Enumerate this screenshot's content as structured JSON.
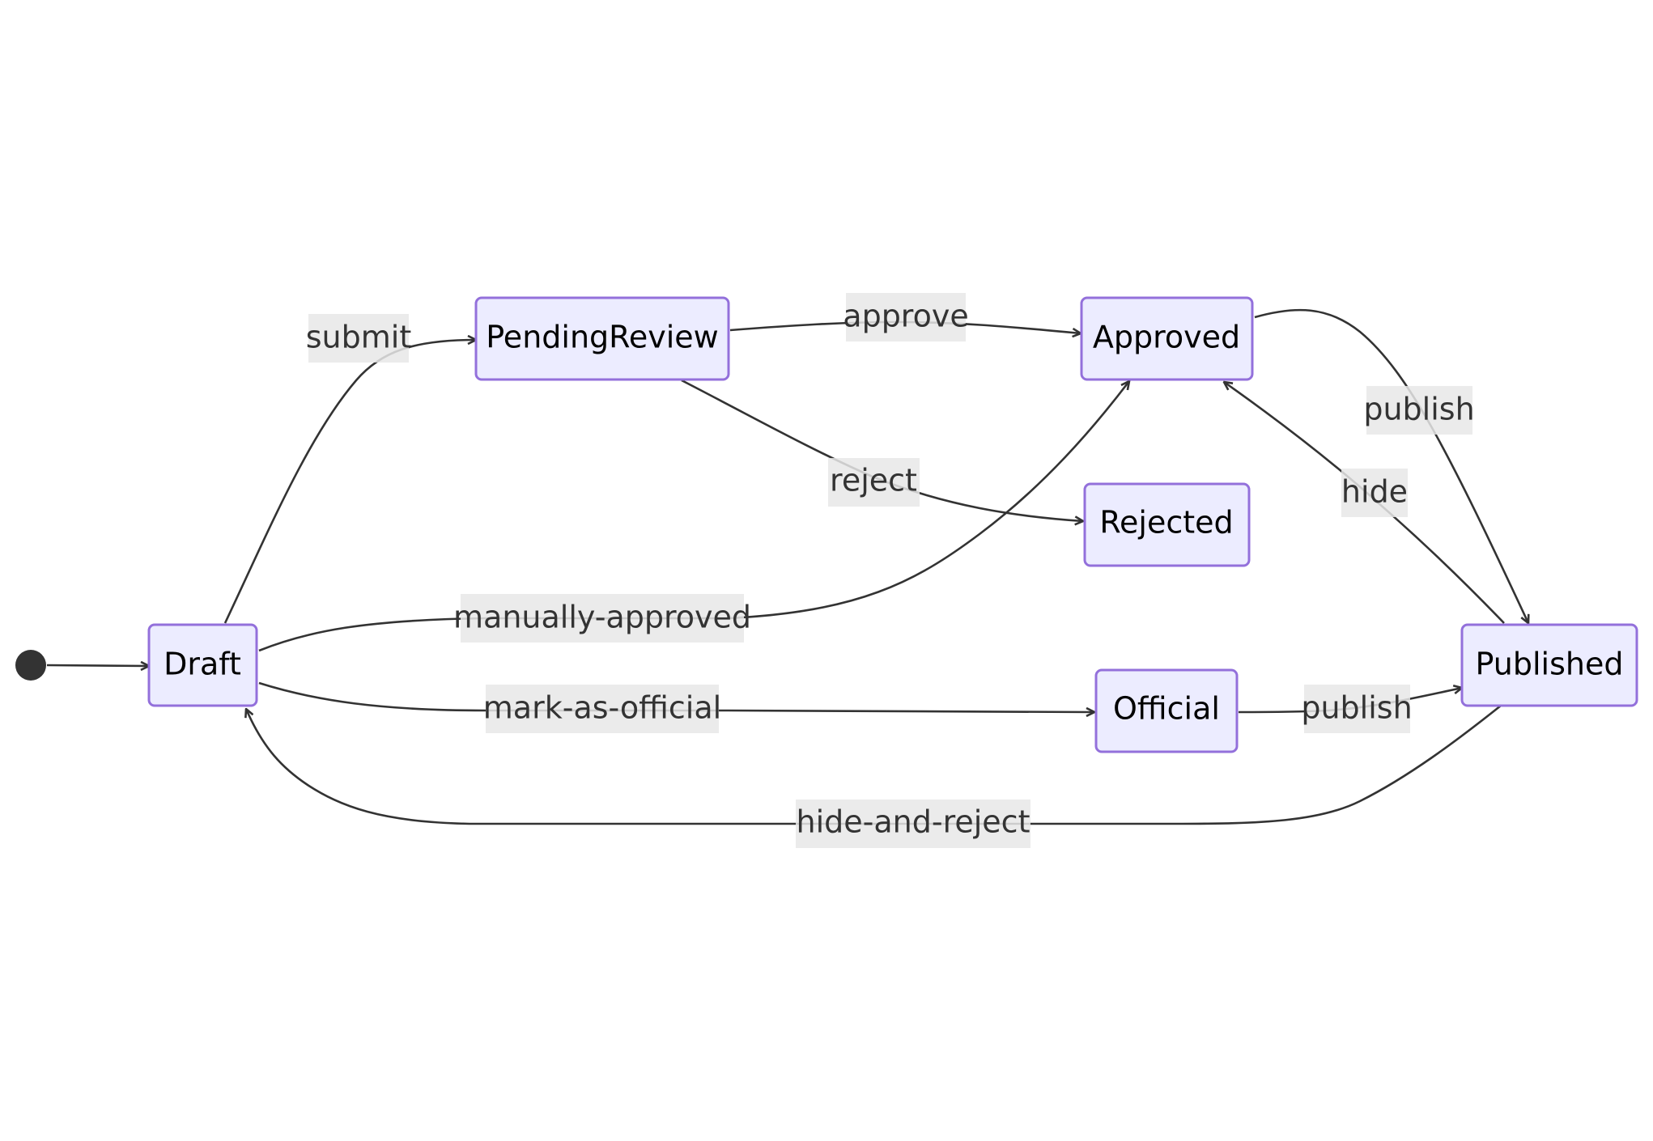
{
  "diagram": {
    "type": "state-diagram",
    "states": {
      "draft": "Draft",
      "pending_review": "PendingReview",
      "approved": "Approved",
      "rejected": "Rejected",
      "official": "Official",
      "published": "Published"
    },
    "transitions": {
      "submit": "submit",
      "approve": "approve",
      "reject": "reject",
      "manually_approved": "manually-approved",
      "mark_as_official": "mark-as-official",
      "publish_official": "publish",
      "publish_approved": "publish",
      "hide": "hide",
      "hide_and_reject": "hide-and-reject"
    },
    "colors": {
      "node_fill": "#ECECFF",
      "node_stroke": "#9370DB",
      "edge": "#333333",
      "label_bg": "#e8e8e8"
    }
  }
}
